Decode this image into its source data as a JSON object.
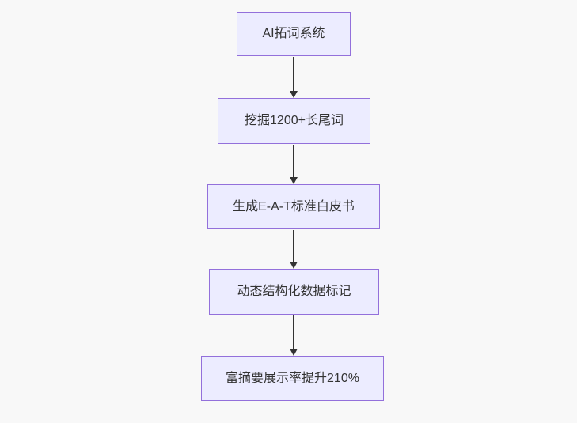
{
  "diagram": {
    "type": "flowchart",
    "direction": "top-down",
    "colors": {
      "background": "#f8f8f8",
      "node_fill": "#ECECFF",
      "node_border": "#9370DB",
      "node_text": "#333333",
      "arrow": "#333333"
    },
    "nodes": [
      {
        "id": "n1",
        "label": "AI拓词系统"
      },
      {
        "id": "n2",
        "label": "挖掘1200+长尾词"
      },
      {
        "id": "n3",
        "label": "生成E-A-T标准白皮书"
      },
      {
        "id": "n4",
        "label": "动态结构化数据标记"
      },
      {
        "id": "n5",
        "label": "富摘要展示率提升210%"
      }
    ],
    "edges": [
      {
        "from": "n1",
        "to": "n2"
      },
      {
        "from": "n2",
        "to": "n3"
      },
      {
        "from": "n3",
        "to": "n4"
      },
      {
        "from": "n4",
        "to": "n5"
      }
    ]
  }
}
